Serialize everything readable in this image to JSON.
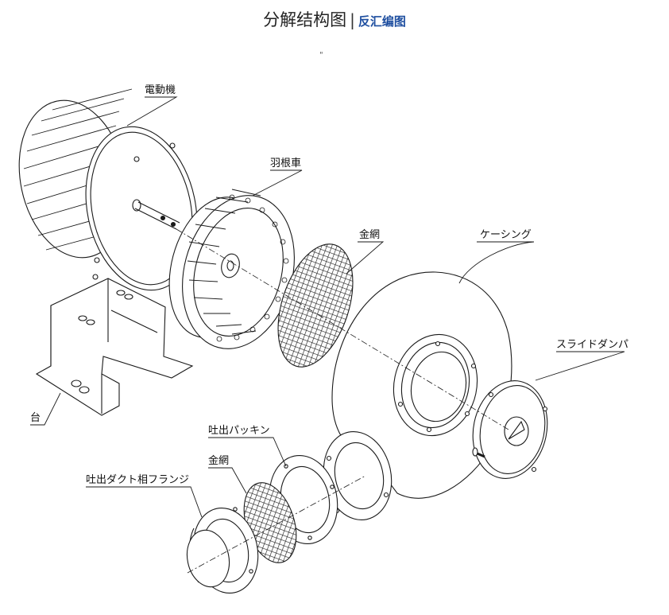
{
  "header": {
    "title": "分解结构图",
    "separator": "|",
    "link_label": "反汇编图",
    "quote_mark": "\""
  },
  "labels": {
    "motor": "電動機",
    "impeller": "羽根車",
    "mesh_top": "金網",
    "casing": "ケーシング",
    "damper": "スライドダンパ",
    "base": "台",
    "packing": "吐出パッキン",
    "mesh_bottom": "金網",
    "duct_flange": "吐出ダクト相フランジ"
  },
  "colors": {
    "line": "#1a1a1a",
    "link": "#1f4fa0",
    "mesh": "#2a2a2a"
  }
}
